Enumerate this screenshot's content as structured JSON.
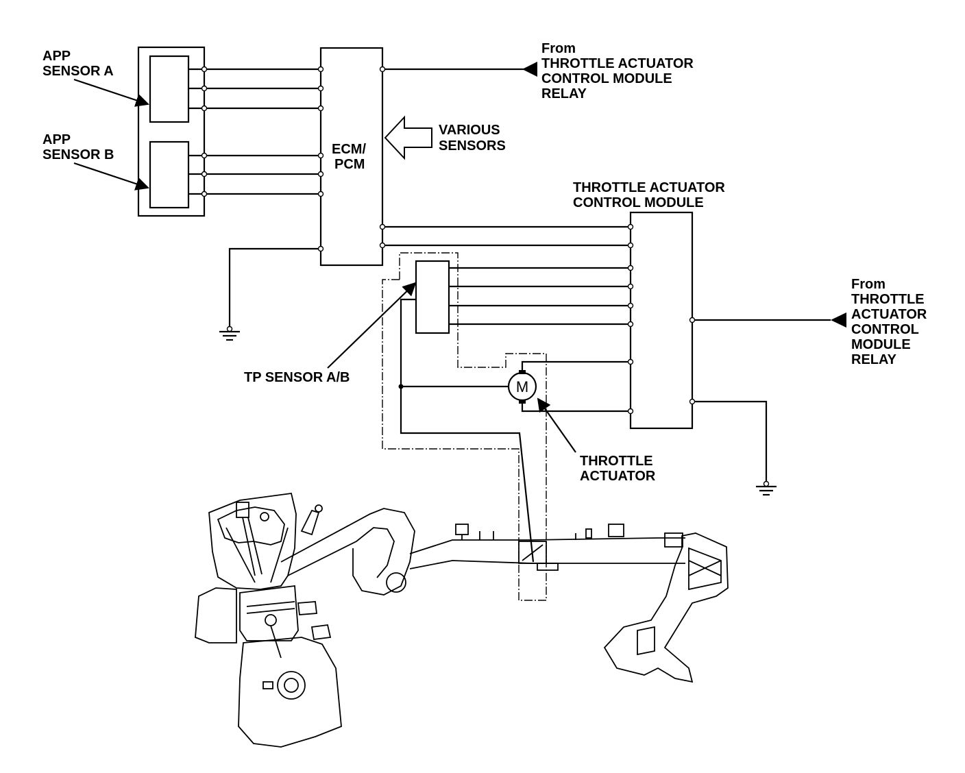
{
  "labels": {
    "app_a": [
      "APP",
      "SENSOR A"
    ],
    "app_b": [
      "APP",
      "SENSOR B"
    ],
    "ecm": [
      "ECM/",
      "PCM"
    ],
    "various": [
      "VARIOUS",
      "SENSORS"
    ],
    "relay_top": [
      "From",
      "THROTTLE ACTUATOR",
      "CONTROL MODULE",
      "RELAY"
    ],
    "tacm": [
      "THROTTLE ACTUATOR",
      "CONTROL MODULE"
    ],
    "relay_right": [
      "From",
      "THROTTLE",
      "ACTUATOR",
      "CONTROL",
      "MODULE",
      "RELAY"
    ],
    "tp": "TP SENSOR A/B",
    "motor": "M",
    "actuator": [
      "THROTTLE",
      "ACTUATOR"
    ]
  },
  "colors": {
    "line": "#000000",
    "background": "#ffffff"
  },
  "icons": [
    "ground-icon",
    "motor-icon",
    "arrow-in-icon",
    "pointer-arrow-icon",
    "terminal-icon"
  ]
}
